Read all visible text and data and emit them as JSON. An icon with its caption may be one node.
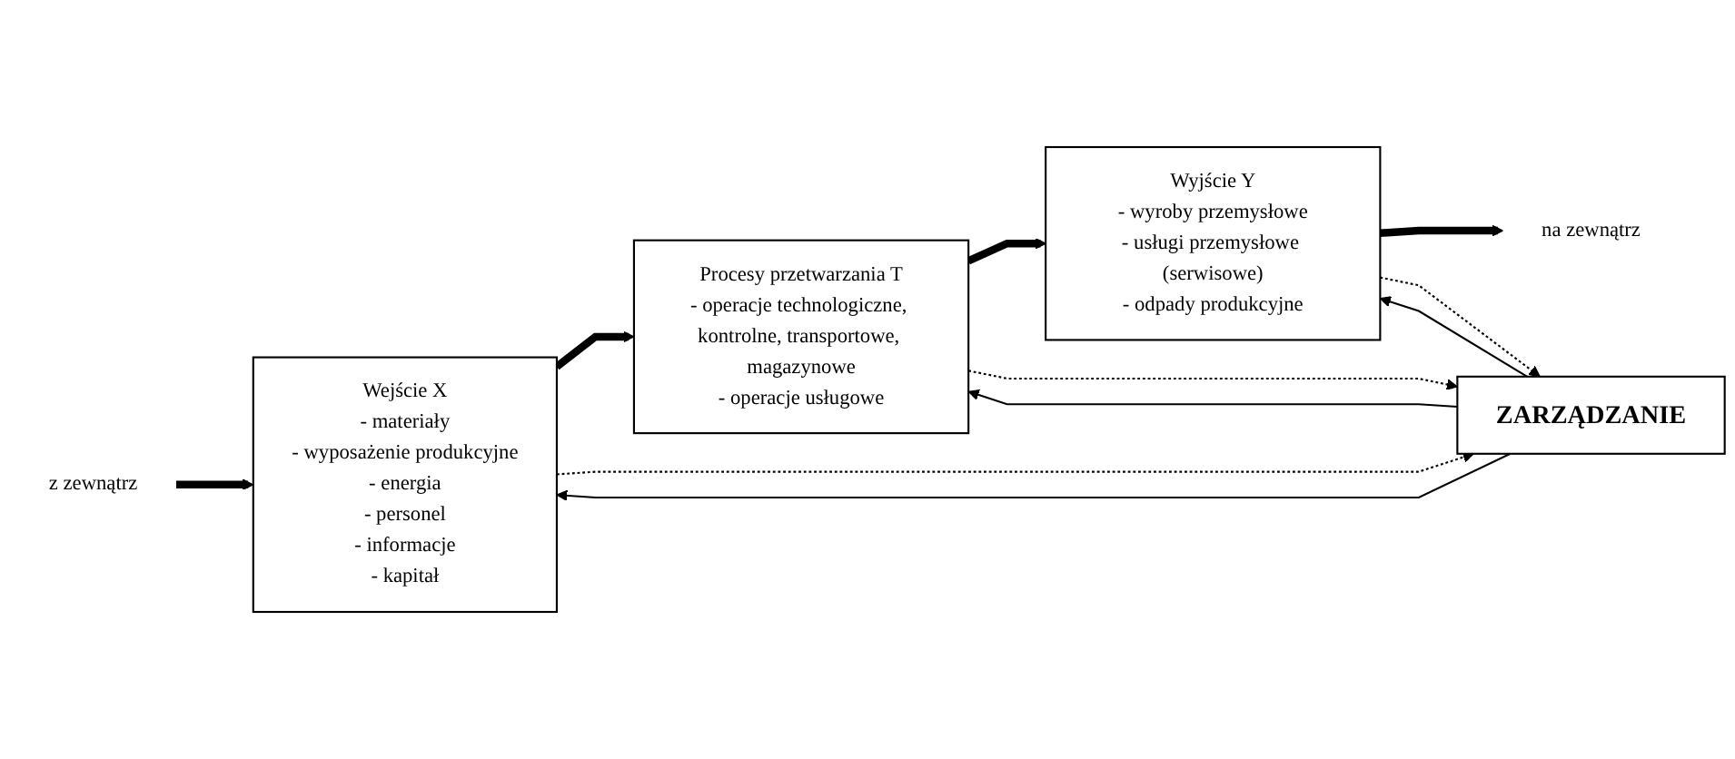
{
  "diagram": {
    "nodes": [
      {
        "text": [
          "z zewnątrz"
        ]
      },
      {
        "text": [
          "Wejście X",
          "- materiały",
          "- wyposażenie produkcyjne",
          "- energia",
          "- personel",
          "- informacje",
          "- kapitał"
        ]
      },
      {
        "text": [
          "Procesy przetwarzania T",
          "- operacje technologiczne, kontrolne, transportowe, magazynowe",
          "- operacje usługowe"
        ]
      },
      {
        "text": [
          "Wyjście Y",
          "- wyroby przemysłowe",
          "- usługi przemysłowe (serwisowe)",
          "- odpady produkcyjne"
        ]
      },
      {
        "text": [
          "na zewnątrz"
        ]
      },
      {
        "text": [
          "ZARZĄDZANIE"
        ]
      }
    ],
    "edges": [
      {
        "from": 0,
        "to": 1,
        "arrow": "to",
        "style": "thick"
      },
      {
        "from": 1,
        "to": 2,
        "arrow": "to",
        "style": "thick"
      },
      {
        "from": 2,
        "to": 3,
        "arrow": "to",
        "style": "thick"
      },
      {
        "from": 3,
        "to": 4,
        "arrow": "to",
        "style": "thick"
      },
      {
        "from": 1,
        "to": 5,
        "arrow": "to",
        "style": "dashed"
      },
      {
        "from": 2,
        "to": 5,
        "arrow": "to",
        "style": "dashed"
      },
      {
        "from": 3,
        "to": 5,
        "arrow": "to",
        "style": "dashed"
      },
      {
        "from": 5,
        "to": 1,
        "arrow": "to"
      },
      {
        "from": 5,
        "to": 2,
        "arrow": "to"
      },
      {
        "from": 5,
        "to": 3,
        "arrow": "to"
      }
    ]
  }
}
